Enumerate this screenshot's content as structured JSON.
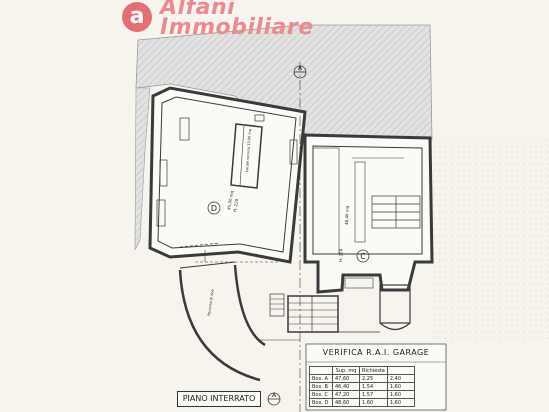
{
  "brand": {
    "logo_mark": "a",
    "name_line1": "Alfani",
    "name_line2": "Immobiliare"
  },
  "plan": {
    "title": "PIANO INTERRATO",
    "section_marker": "A",
    "rooms": [
      {
        "id": "D",
        "letter": "D",
        "area": "45,00 mq",
        "height": "H. 220"
      },
      {
        "id": "C",
        "letter": "C",
        "area": "48,40 mq",
        "height": "H. 220"
      }
    ],
    "ramp_label": "Percorso di boe",
    "box_label": "Locale tecnico 13,00 mq"
  },
  "verifica": {
    "title": "VERIFICA  R.A.I.  GARAGE",
    "headers": [
      "",
      "Sup. mq",
      "Richiesta",
      ""
    ],
    "rows": [
      {
        "label": "Box. A",
        "sup": "47,60",
        "richiesta": "2,25",
        "extra": "2,40"
      },
      {
        "label": "Box. B",
        "sup": "46,40",
        "richiesta": "1,54",
        "extra": "1,60"
      },
      {
        "label": "Box. C",
        "sup": "47,20",
        "richiesta": "1,57",
        "extra": "1,60"
      },
      {
        "label": "Box. D",
        "sup": "48,60",
        "richiesta": "1,60",
        "extra": "1,60"
      }
    ]
  },
  "colors": {
    "background": "#f7f4ee",
    "hatch_fill": "#dcdcdc",
    "wall": "#3a3a3a",
    "logo": "#ea8a91"
  }
}
